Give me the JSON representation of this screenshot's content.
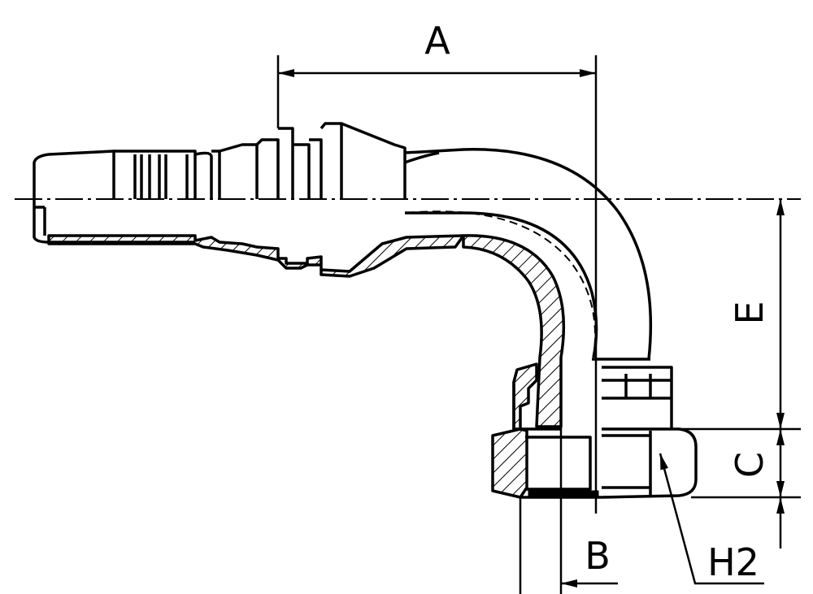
{
  "labels": {
    "dim_a": "A",
    "dim_b": "B",
    "dim_c": "C",
    "dim_e": "E",
    "dim_h2": "H2"
  },
  "colors": {
    "line": "#000000",
    "background": "#ffffff"
  }
}
